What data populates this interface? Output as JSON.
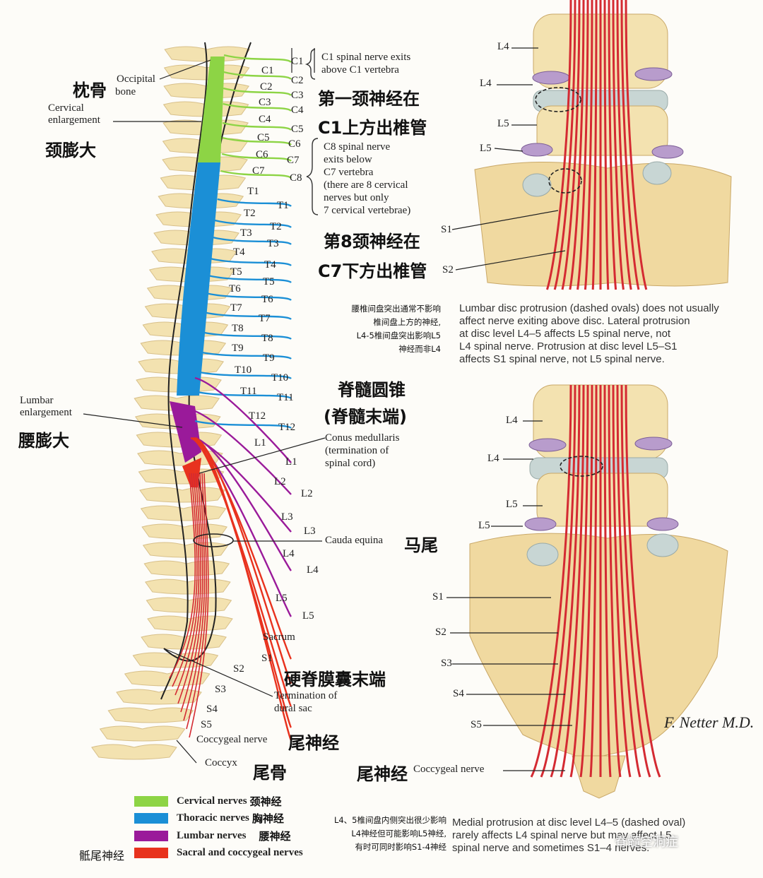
{
  "colors": {
    "cervical": "#8dd445",
    "thoracic": "#1b8fd6",
    "lumbar": "#9a1a9a",
    "sacral": "#e8321e",
    "bone": "#f3e2b0",
    "nerve_red": "#d42a32"
  },
  "left": {
    "occipital_zh": "枕骨",
    "occipital_en_1": "Occipital",
    "occipital_en_2": "bone",
    "cervical_enl_1": "Cervical",
    "cervical_enl_2": "enlargement",
    "cervical_enl_zh": "颈膨大",
    "lumbar_enl_1": "Lumbar",
    "lumbar_enl_2": "enlargement",
    "lumbar_enl_zh": "腰膨大",
    "c1_note_1": "C1 spinal nerve exits",
    "c1_note_2": "above C1 vertebra",
    "c1_zh_1": "第一颈神经在",
    "c1_zh_2": "C1上方出椎管",
    "c8_note_1": "C8 spinal nerve",
    "c8_note_2": "exits below",
    "c8_note_3": "C7 vertebra",
    "c8_note_4": "(there are 8 cervical",
    "c8_note_5": "nerves but only",
    "c8_note_6": "7 cervical vertebrae)",
    "c8_zh_1": "第8颈神经在",
    "c8_zh_2": "C7下方出椎管",
    "conus_zh_1": "脊髓圆锥",
    "conus_zh_2": "(脊髓末端)",
    "conus_1": "Conus medullaris",
    "conus_2": "(termination of",
    "conus_3": "spinal cord)",
    "cauda": "Cauda equina",
    "cauda_zh": "马尾",
    "sacrum": "Sacrum",
    "dural_zh": "硬脊膜囊末端",
    "dural_1": "Termination of",
    "dural_2": "dural sac",
    "coccygeal_nerve": "Coccygeal nerve",
    "coccygeal_nerve_zh": "尾神经",
    "coccyx": "Coccyx",
    "coccyx_zh": "尾骨"
  },
  "vertebra_labels": [
    "C1",
    "C2",
    "C3",
    "C4",
    "C5",
    "C6",
    "C7",
    "T1",
    "T2",
    "T3",
    "T4",
    "T5",
    "T6",
    "T7",
    "T8",
    "T9",
    "T10",
    "T11",
    "T12",
    "L1",
    "L2",
    "L3",
    "L4",
    "L5"
  ],
  "nerve_labels": [
    "C1",
    "C2",
    "C3",
    "C4",
    "C5",
    "C6",
    "C7",
    "C8",
    "T1",
    "T2",
    "T3",
    "T4",
    "T5",
    "T6",
    "T7",
    "T8",
    "T9",
    "T10",
    "T11",
    "T12",
    "L1",
    "L2",
    "L3",
    "L4",
    "L5",
    "S1",
    "S2",
    "S3",
    "S4",
    "S5"
  ],
  "mid_note_top": [
    "腰椎间盘突出通常不影响",
    "椎间盘上方的神经,",
    "L4-5椎间盘突出影响L5",
    "神经而非L4"
  ],
  "mid_note_bottom": [
    "L4、5椎间盘内侧突出很少影响",
    "L4神经但可能影响L5神经,",
    "有时可同时影响S1-4神经"
  ],
  "right_top": {
    "labels": [
      "L4",
      "L4",
      "L5",
      "L5",
      "S1",
      "S2"
    ],
    "para": [
      "Lumbar disc protrusion (dashed ovals) does not usually",
      "affect nerve exiting above disc. Lateral protrusion",
      "at disc level L4–5 affects L5 spinal nerve, not",
      "L4 spinal nerve. Protrusion at disc level L5–S1",
      "affects S1 spinal nerve, not L5 spinal nerve."
    ]
  },
  "right_bottom": {
    "labels": [
      "L4",
      "L4",
      "L5",
      "L5",
      "S1",
      "S2",
      "S3",
      "S4",
      "S5"
    ],
    "coccygeal": "Coccygeal nerve",
    "coccygeal_zh": "尾神经",
    "para": [
      "Medial protrusion at disc level L4–5 (dashed oval)",
      "rarely affects L4 spinal nerve but may affect L5",
      "spinal nerve and sometimes S1–4 nerves."
    ]
  },
  "legend": [
    {
      "en": "Cervical nerves",
      "zh": "颈神经"
    },
    {
      "en": "Thoracic nerves",
      "zh": "胸神经"
    },
    {
      "en": "Lumbar nerves",
      "zh": "腰神经"
    },
    {
      "en": "Sacral and coccygeal nerves",
      "zh": ""
    }
  ],
  "legend_sacral_zh": "骶尾神经",
  "signature": "F. Netter M.D.",
  "watermark": "脊髓空洞症"
}
